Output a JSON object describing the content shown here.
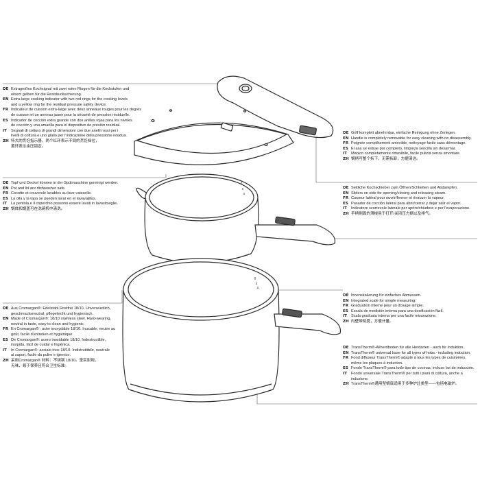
{
  "line_color": "#2a2a2a",
  "leader_color": "#555555",
  "blocks": {
    "indicator": [
      {
        "code": "DE",
        "lines": [
          "Extragroßes Kochsignal mit zwei roten Ringen für die Kochstufen und",
          "einem gelben für die Restdrucksicherung."
        ]
      },
      {
        "code": "EN",
        "lines": [
          "Extra-large cooking indicator with two red rings for the cooking levels",
          "and a yellow ring for the residual pressure safety device."
        ]
      },
      {
        "code": "FR",
        "lines": [
          "Indicateur de cuisson extra-large avec deux anneaux rouges pour les degrés",
          "de cuisson et un anneau jaune pour la sécurité de pression résiduelle."
        ]
      },
      {
        "code": "ES",
        "lines": [
          "Indicador de cocción extra grande con dos anillas rojas para los niveles",
          "de cocción y una amarilla para el dispositivo de presión residual."
        ]
      },
      {
        "code": "IT",
        "lines": [
          "Segnali di cottura di grandi dimensioni con due anelli rossi per i",
          "livelli di cottura e uno giallo per l'indicazione della pressione residua."
        ]
      },
      {
        "code": "ZH",
        "lines": [
          "特大的烹饪指示器，两个红环表示不同的烹饪档位，",
          "黄环表示余压锁定。"
        ]
      }
    ],
    "handle": [
      {
        "code": "DE",
        "lines": [
          "Griff komplett abnehmbar, einfache Reinigung ohne Zerlegen."
        ]
      },
      {
        "code": "EN",
        "lines": [
          "Handle is completely removable for easy cleaning with no disassembly."
        ]
      },
      {
        "code": "FR",
        "lines": [
          "Poignée complètement amovible, nettoyage facile sans démontage."
        ]
      },
      {
        "code": "ES",
        "lines": [
          "El asa se extrae por completo, limpieza sencilla sin desarmar."
        ]
      },
      {
        "code": "IT",
        "lines": [
          "Manico completamente rimovibile, facile pulizia senza smontare."
        ]
      },
      {
        "code": "ZH",
        "lines": [
          "锅柄可整个拆下，无需拆卸，方便清洁。"
        ]
      }
    ],
    "dishwasher": [
      {
        "code": "DE",
        "lines": [
          "Topf und Deckel können in der Spülmaschine gereinigt werden."
        ]
      },
      {
        "code": "EN",
        "lines": [
          "Pot and lid are dishwasher safe."
        ]
      },
      {
        "code": "FR",
        "lines": [
          "Cocotte et couvercle lavables au lave-vaisselle."
        ]
      },
      {
        "code": "ES",
        "lines": [
          "La olla y la tapa se pueden lavar en el lavavajillas."
        ]
      },
      {
        "code": "IT",
        "lines": [
          "La pentola e il coperchio possono essere lavati in lavastoviglie."
        ]
      },
      {
        "code": "ZH",
        "lines": [
          "锅体和锅盖可在洗碗机中清洗。"
        ]
      }
    ],
    "slider": [
      {
        "code": "DE",
        "lines": [
          "Seitliche Kochschieber zum Öffnen/Schließen und Abdampfen."
        ]
      },
      {
        "code": "EN",
        "lines": [
          "Sliders on side for opening/closing and releasing steam."
        ]
      },
      {
        "code": "FR",
        "lines": [
          "Curseur latéral pour ouvrir/fermer et évacuer la vapeur."
        ]
      },
      {
        "code": "ES",
        "lines": [
          "Pasador de cocción lateral para abrir/cerrar y dejar salir el vapor."
        ]
      },
      {
        "code": "IT",
        "lines": [
          "Indicatore scorrevole laterale per aprire/chiudere e per l'evaporazione."
        ]
      },
      {
        "code": "ZH",
        "lines": [
          "手柄侧面的滑梭用于打开/关闭压力锅以及排气。"
        ]
      }
    ],
    "steel": [
      {
        "code": "DE",
        "lines": [
          "Aus Cromargan®: Edelstahl Rostfrei 18/10. Unverwüstlich,",
          "geschmacksneutral, pflegeleicht und hygienisch."
        ]
      },
      {
        "code": "EN",
        "lines": [
          "Made of Cromargan®: 18/10 stainless steel. Hard-wearing,",
          "neutral in taste, easy to clean and hygienic."
        ]
      },
      {
        "code": "FR",
        "lines": [
          "En Cromargan® : acier inoxydable 18/10. Inusable, neutre au",
          "goût, facile d'entretien et hygiénique."
        ]
      },
      {
        "code": "ES",
        "lines": [
          "De Cromargan®: acero inoxidable 18/10. Indestructible,",
          "insípida, fácil de cuidar e higiénica."
        ]
      },
      {
        "code": "IT",
        "lines": [
          "In Cromargan®: acciaio inox 18/10. Indistruttibile, neutrale",
          "ai sapori, facile da pulire e igienico."
        ]
      },
      {
        "code": "ZH",
        "lines": [
          "采用Cromargan® 材料：不锈钢 18/10。坚实耐用，",
          "无味，易于保养且符合卫生标准。"
        ]
      }
    ],
    "scale": [
      {
        "code": "DE",
        "lines": [
          "Innenskalierung für einfaches Abmessen."
        ]
      },
      {
        "code": "EN",
        "lines": [
          "Integrated scale for simple measuring."
        ]
      },
      {
        "code": "FR",
        "lines": [
          "Graduation interne pour un dosage simple."
        ]
      },
      {
        "code": "ES",
        "lines": [
          "Escala de medición interna para una dosificación fácil."
        ]
      },
      {
        "code": "IT",
        "lines": [
          "Scala graduata interna per una facile misurazione."
        ]
      },
      {
        "code": "ZH",
        "lines": [
          "内壁带刻度，方便计量。"
        ]
      }
    ],
    "base": [
      {
        "code": "DE",
        "lines": [
          "TransTherm®-Allherdboden für alle Herdarten - auch für Induktion."
        ]
      },
      {
        "code": "EN",
        "lines": [
          "TransTherm® universal base for all types of hobs - including induction."
        ]
      },
      {
        "code": "FR",
        "lines": [
          "Fond diffuseur TransTherm® adapté à tous les types de cuisinières,",
          "même les plaques à induction."
        ]
      },
      {
        "code": "ES",
        "lines": [
          "Fondo TransTherm® para todo tipo de cocinas, incluso las de inducción."
        ]
      },
      {
        "code": "IT",
        "lines": [
          "Fondo universale TransTherm® per tutti i piani di cottura, anche a",
          "induzione."
        ]
      },
      {
        "code": "ZH",
        "lines": [
          "TransTherm®通用型锅底适用于多种炉灶类型——包括电磁炉。"
        ]
      }
    ]
  }
}
